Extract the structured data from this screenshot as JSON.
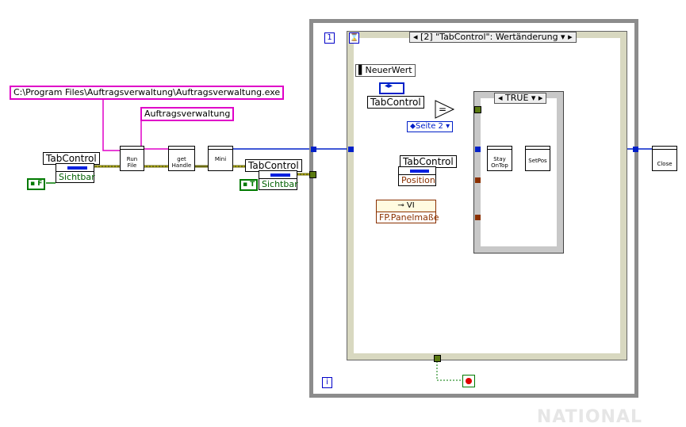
{
  "left_area": {
    "path_constant": "C:\\Program Files\\Auftragsverwaltung\\Auftragsverwaltung.exe",
    "window_name_constant": "Auftragsverwaltung",
    "prop_node_1": {
      "label": "TabControl",
      "item": "Sichtbar"
    },
    "bool_false": "F",
    "subvis": [
      {
        "name": "run-file-vi",
        "text": "Run\nFile"
      },
      {
        "name": "get-handle-vi",
        "text": "get\nHandle"
      },
      {
        "name": "mini-vi",
        "text": "Mini"
      }
    ],
    "prop_node_2": {
      "label": "TabControl",
      "item": "Sichtbar"
    },
    "bool_true": "T"
  },
  "while_loop": {
    "iteration_terminal": "i"
  },
  "event_structure": {
    "index": "1",
    "selector": "[2] \"TabControl\": Wertänderung",
    "new_value_label": "NeuerWert",
    "ref_label": "TabControl",
    "enum_value": "Seite 2",
    "prop_node_position": {
      "label": "TabControl",
      "item": "Position"
    },
    "vi_ref": {
      "label": "VI",
      "item": "FP.Panelmaße"
    }
  },
  "case_structure": {
    "selector": "TRUE",
    "subvis": [
      {
        "name": "stay-on-top-vi",
        "text": "Stay\nOnTop"
      },
      {
        "name": "setpos-vi",
        "text": "SetPos"
      }
    ]
  },
  "right_area": {
    "close_vi": "Close"
  },
  "watermark": "NATIONAL",
  "colors": {
    "wire_blue": "#0020c8",
    "wire_orange": "#8a3000",
    "wire_pink": "#e000c8",
    "bool_green": "#007a00"
  }
}
